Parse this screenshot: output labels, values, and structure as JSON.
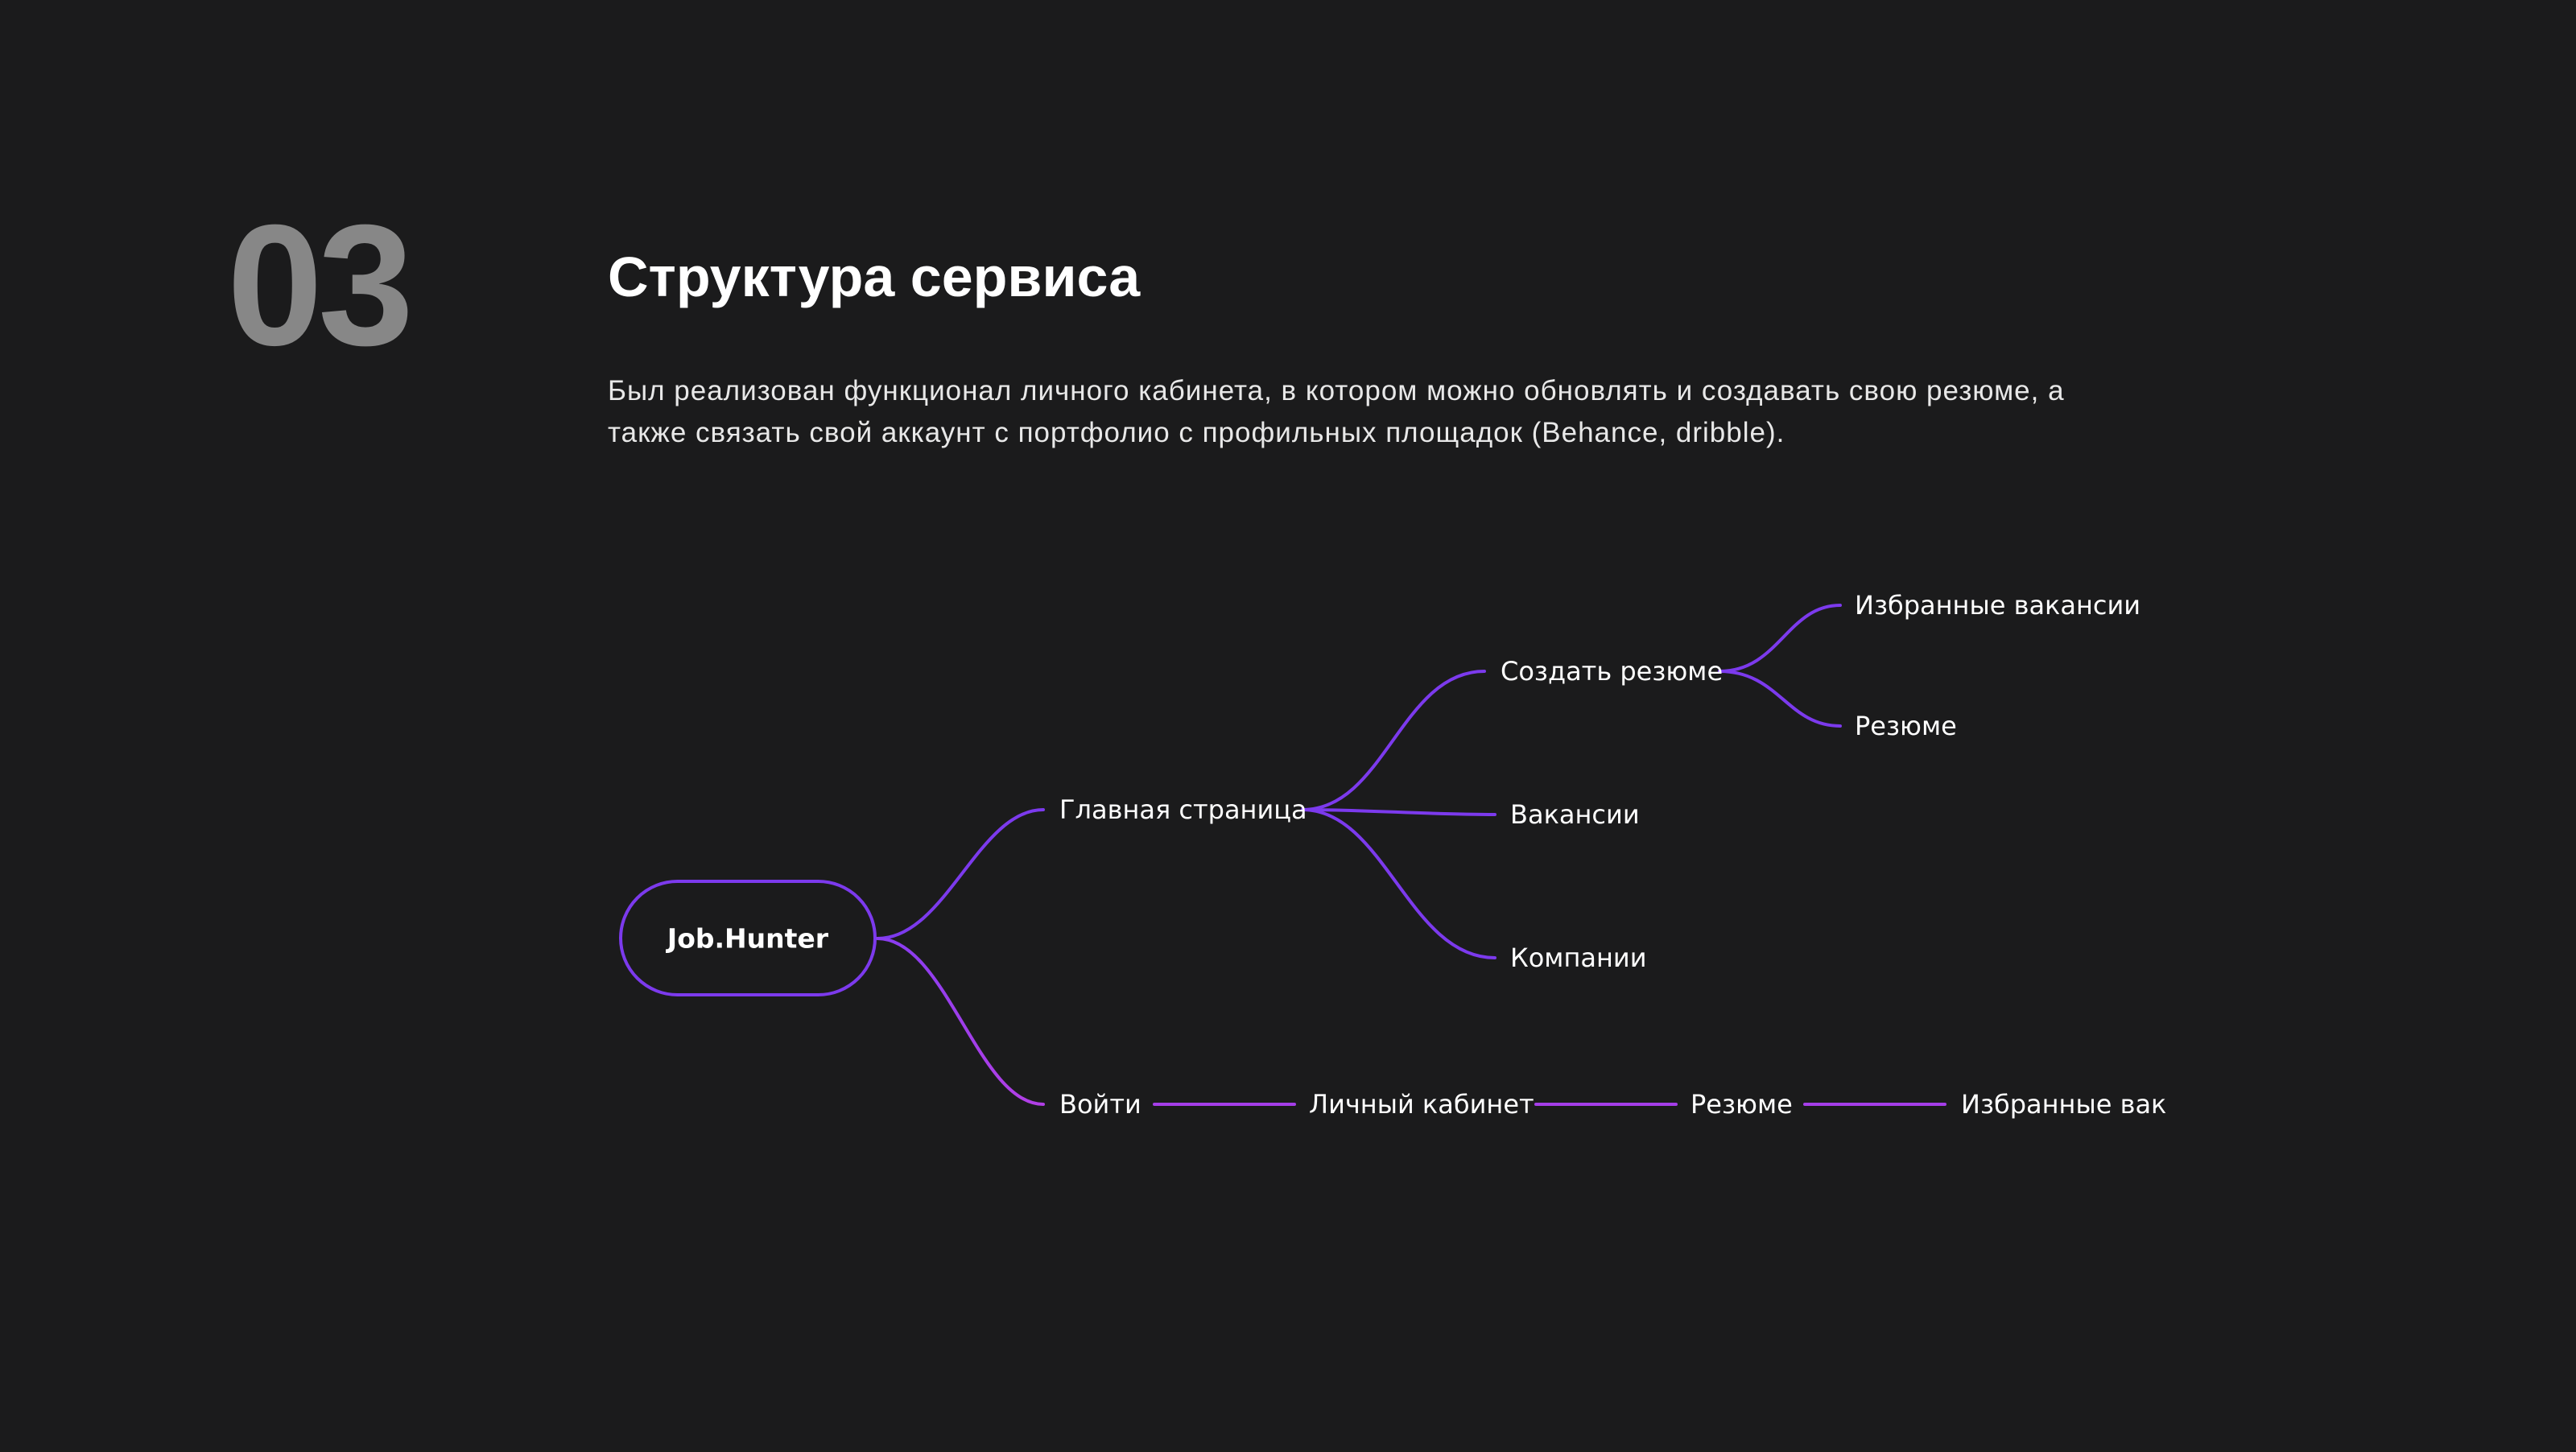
{
  "section": {
    "number": "03",
    "title": "Структура сервиса",
    "description_lines": [
      "Был реализован функционал личного кабинета, в котором можно обновлять и создавать свою резюме, а",
      "также связать свой аккаунт с портфолио с профильных площадок (Behance, dribble)."
    ]
  },
  "colors": {
    "background": "#1b1b1c",
    "accent": "#7c3aed",
    "accent_alt": "#a53ee8",
    "number": "#878787",
    "text": "#ffffff"
  },
  "mindmap": {
    "root": "Job.Hunter",
    "nodes": {
      "main_page": "Главная страница",
      "login": "Войти",
      "create_resume": "Создать резюме",
      "vacancies": "Вакансии",
      "companies": "Компании",
      "favorite_vacancies": "Избранные вакансии",
      "resume": "Резюме",
      "personal_account": "Личный кабинет",
      "login_resume": "Резюме",
      "login_favorites": "Избранные вак"
    }
  }
}
